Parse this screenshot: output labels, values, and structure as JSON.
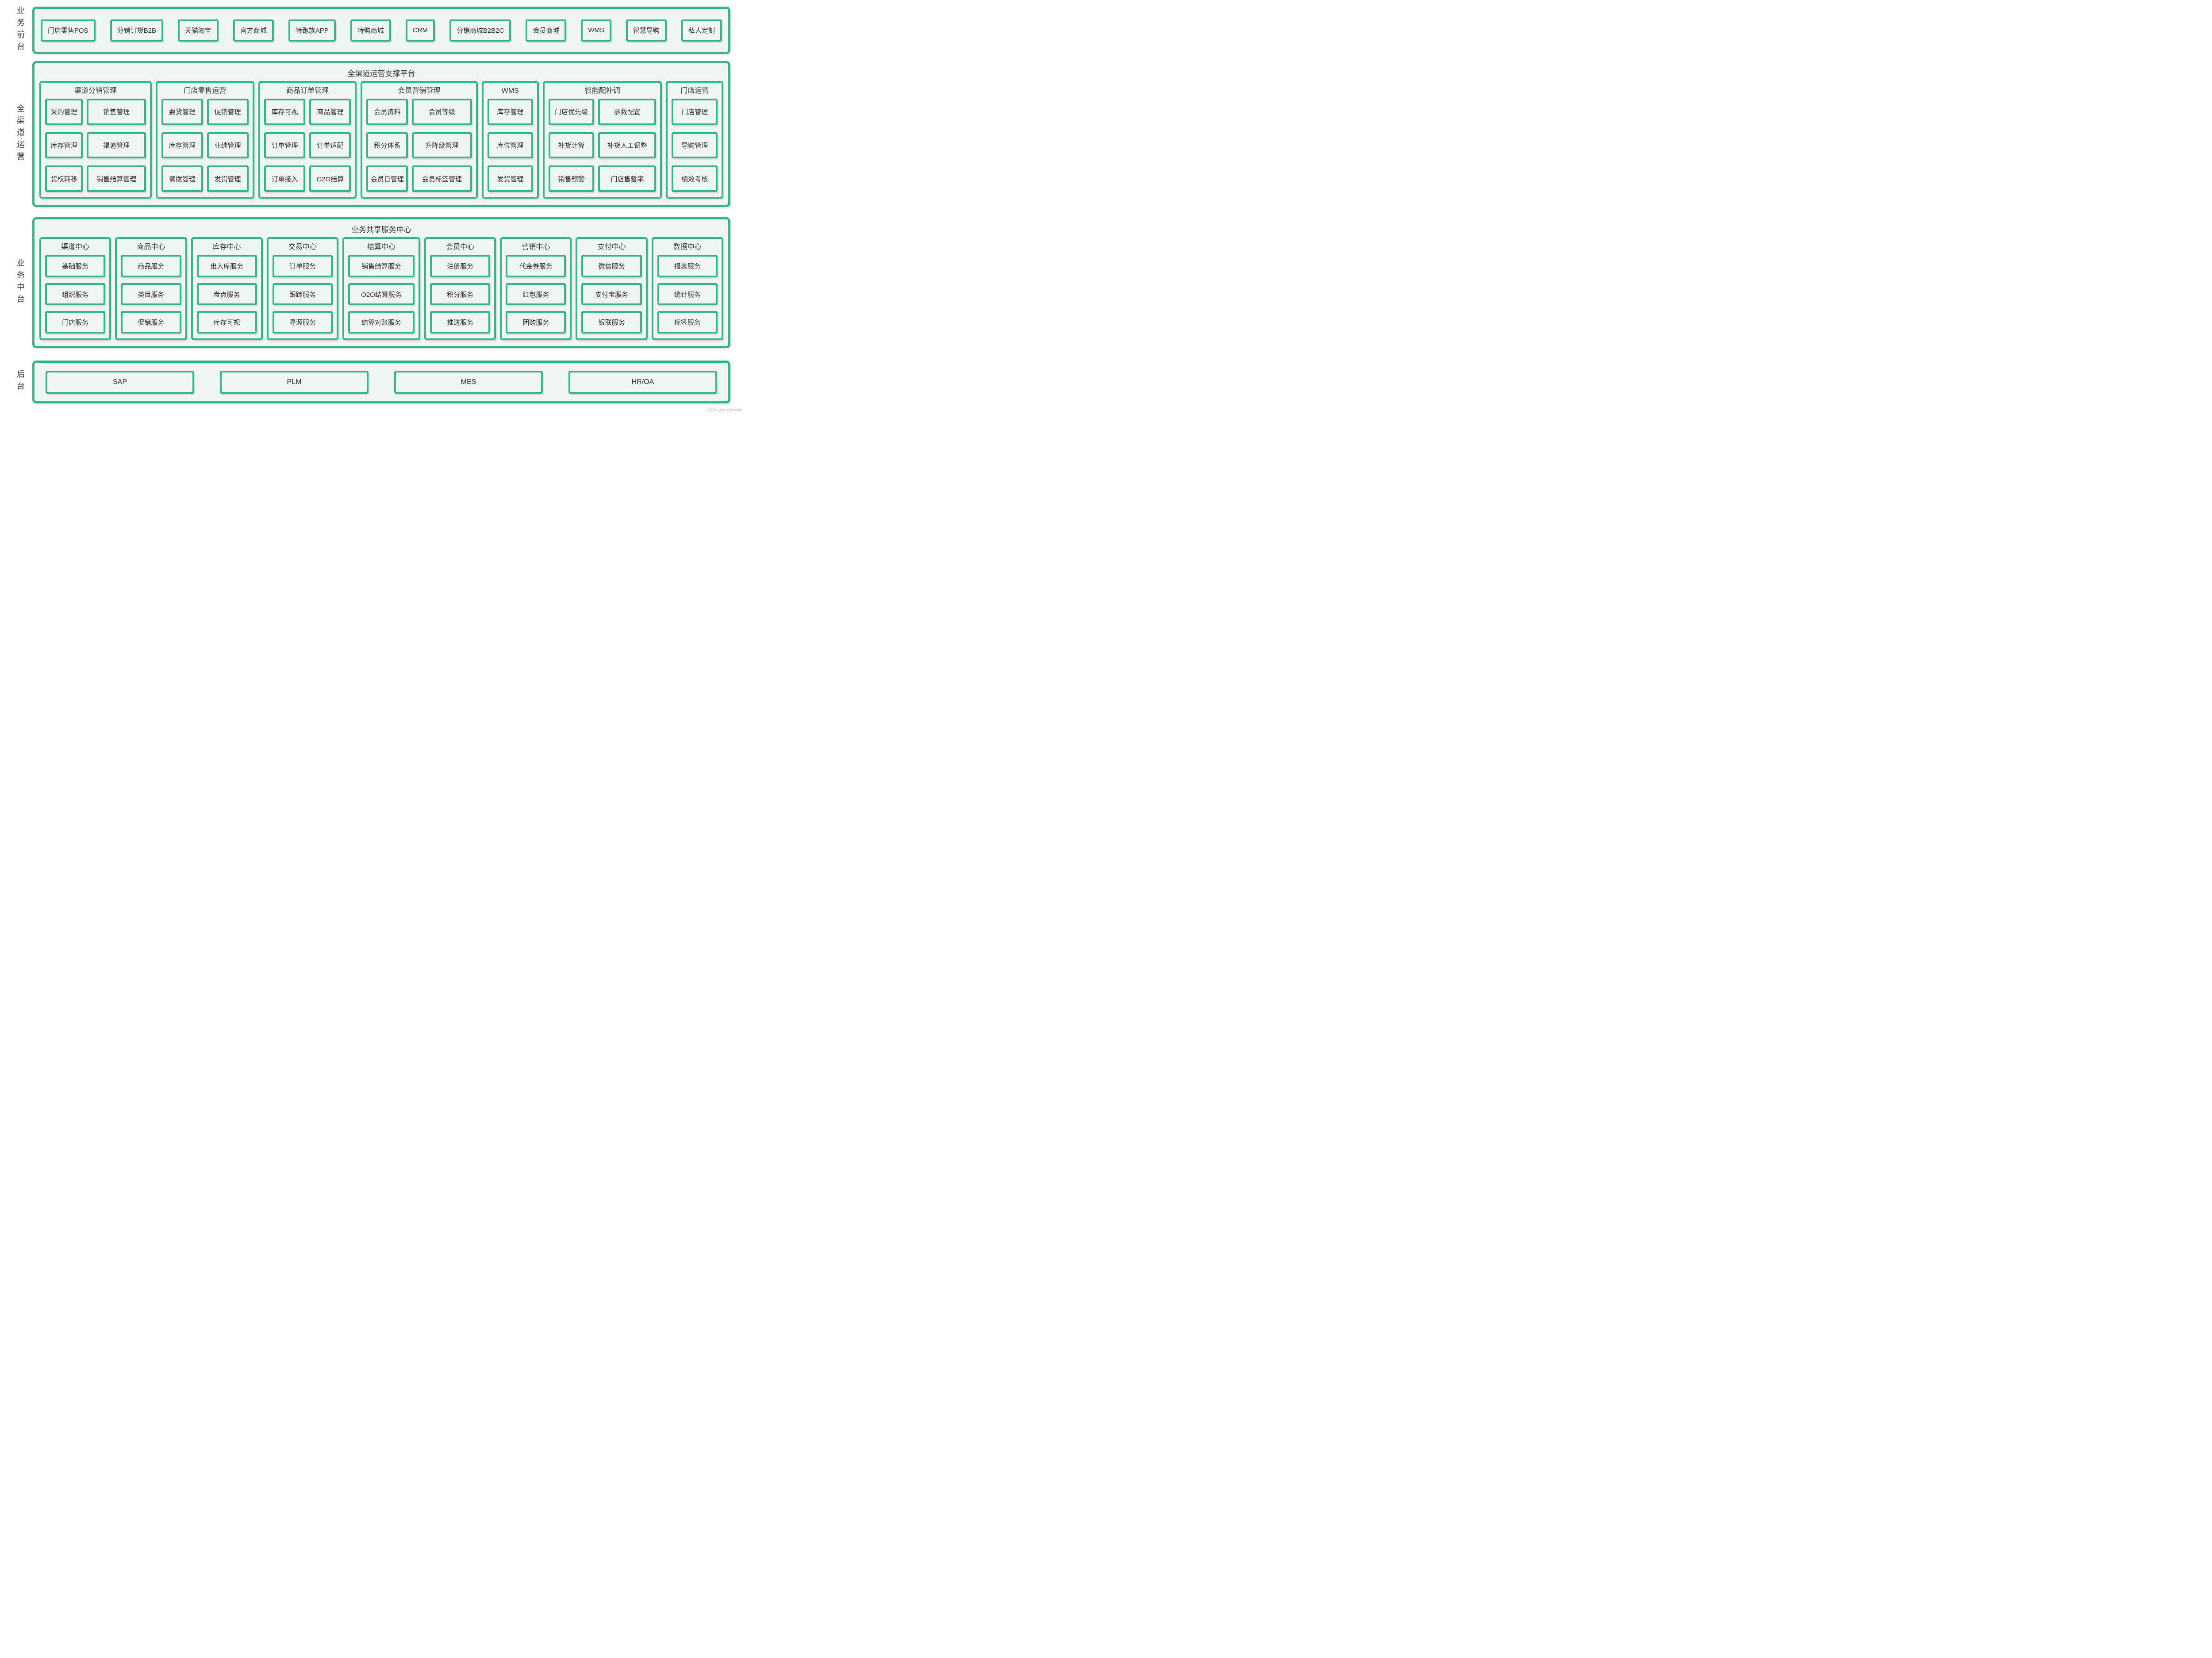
{
  "colors": {
    "accent_green": "#38b489",
    "panel_background": "#eff5f2",
    "page_background": "#ffffff",
    "text": "#2e2e2e",
    "watermark_gray": "#c8c8c8"
  },
  "rails": {
    "front": "业务前台",
    "omni": "全渠道运营",
    "middle": "业务中台",
    "back": "后台"
  },
  "front": {
    "items": [
      "门店零售POS",
      "分销订货B2B",
      "天猫淘宝",
      "官方商城",
      "特跑族APP",
      "特购商城",
      "CRM",
      "分销商城B2B2C",
      "会员商城",
      "WMS",
      "智慧导购",
      "私人定制"
    ]
  },
  "omni": {
    "title": "全渠道运营支撑平台",
    "groups": [
      {
        "title": "渠道分销管理",
        "items": [
          "采购管理",
          "销售管理",
          "库存管理",
          "渠道管理",
          "货权转移",
          "销售结算管理"
        ]
      },
      {
        "title": "门店零售运营",
        "items": [
          "要货管理",
          "促销管理",
          "库存管理",
          "业绩管理",
          "调拨管理",
          "发货管理"
        ]
      },
      {
        "title": "商品订单管理",
        "items": [
          "库存可视",
          "商品管理",
          "订单管理",
          "订单适配",
          "订单接入",
          "O2O结算"
        ]
      },
      {
        "title": "会员营销管理",
        "items": [
          "会员资料",
          "会员等级",
          "积分体系",
          "升降级管理",
          "会员日管理",
          "会员标签管理"
        ]
      },
      {
        "title": "WMS",
        "items": [
          "库存管理",
          "库位管理",
          "发货管理"
        ]
      },
      {
        "title": "智能配补调",
        "items": [
          "门店优先级",
          "参数配置",
          "补货计算",
          "补货人工调整",
          "销售预警",
          "门店售罄率"
        ]
      },
      {
        "title": "门店运营",
        "items": [
          "门店管理",
          "导购管理",
          "绩效考核"
        ]
      }
    ]
  },
  "middle": {
    "title": "业务共享服务中心",
    "groups": [
      {
        "title": "渠道中心",
        "items": [
          "基础服务",
          "组织服务",
          "门店服务"
        ]
      },
      {
        "title": "商品中心",
        "items": [
          "商品服务",
          "类目服务",
          "促销服务"
        ]
      },
      {
        "title": "库存中心",
        "items": [
          "出入库服务",
          "盘点服务",
          "库存可视"
        ]
      },
      {
        "title": "交易中心",
        "items": [
          "订单服务",
          "跟踪服务",
          "寻源服务"
        ]
      },
      {
        "title": "结算中心",
        "items": [
          "销售结算服务",
          "O2O结算服务",
          "结算对账服务"
        ]
      },
      {
        "title": "会员中心",
        "items": [
          "注册服务",
          "积分服务",
          "推送服务"
        ]
      },
      {
        "title": "营销中心",
        "items": [
          "代金券服务",
          "红包服务",
          "团购服务"
        ]
      },
      {
        "title": "支付中心",
        "items": [
          "微信服务",
          "支付宝服务",
          "银联服务"
        ]
      },
      {
        "title": "数据中心",
        "items": [
          "报表服务",
          "统计服务",
          "标签服务"
        ]
      }
    ]
  },
  "back": {
    "items": [
      "SAP",
      "PLM",
      "MES",
      "HR/OA"
    ]
  },
  "watermark": "CSDN @huaqianzkh"
}
